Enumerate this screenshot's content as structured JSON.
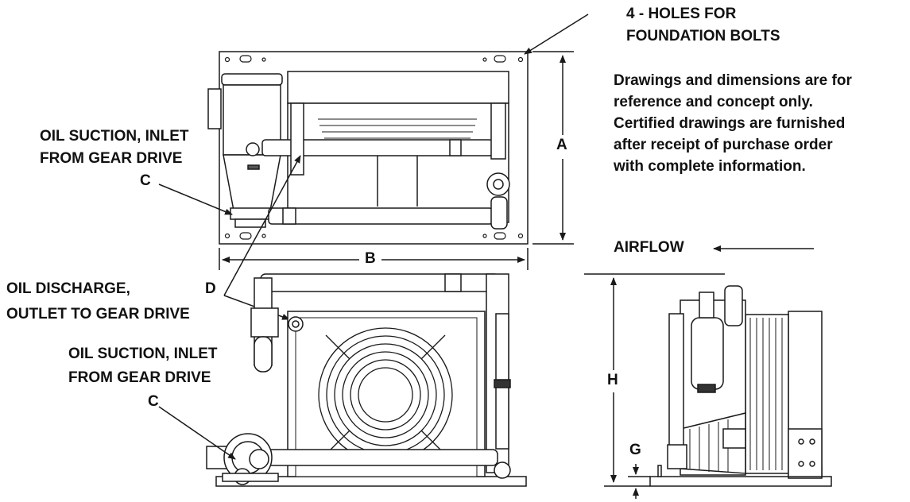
{
  "labels": {
    "holes_line1": "4 - HOLES FOR",
    "holes_line2": "FOUNDATION BOLTS",
    "note_lines": [
      "Drawings and dimensions are for",
      "reference and concept only.",
      "Certified drawings are furnished",
      "after receipt of purchase order",
      "with complete information."
    ],
    "suction_top_line1": "OIL SUCTION, INLET",
    "suction_top_line2": "FROM GEAR DRIVE",
    "suction_top_c": "C",
    "discharge_line1": "OIL DISCHARGE,",
    "discharge_line2": "OUTLET TO GEAR DRIVE",
    "discharge_d": "D",
    "suction_bot_line1": "OIL SUCTION, INLET",
    "suction_bot_line2": "FROM GEAR DRIVE",
    "suction_bot_c": "C",
    "airflow": "AIRFLOW"
  },
  "dimensions": {
    "a": "A",
    "b": "B",
    "h": "H",
    "g": "G"
  },
  "colors": {
    "line": "#1a1a1a",
    "fill": "#ffffff",
    "shade": "#d9d9d9"
  }
}
